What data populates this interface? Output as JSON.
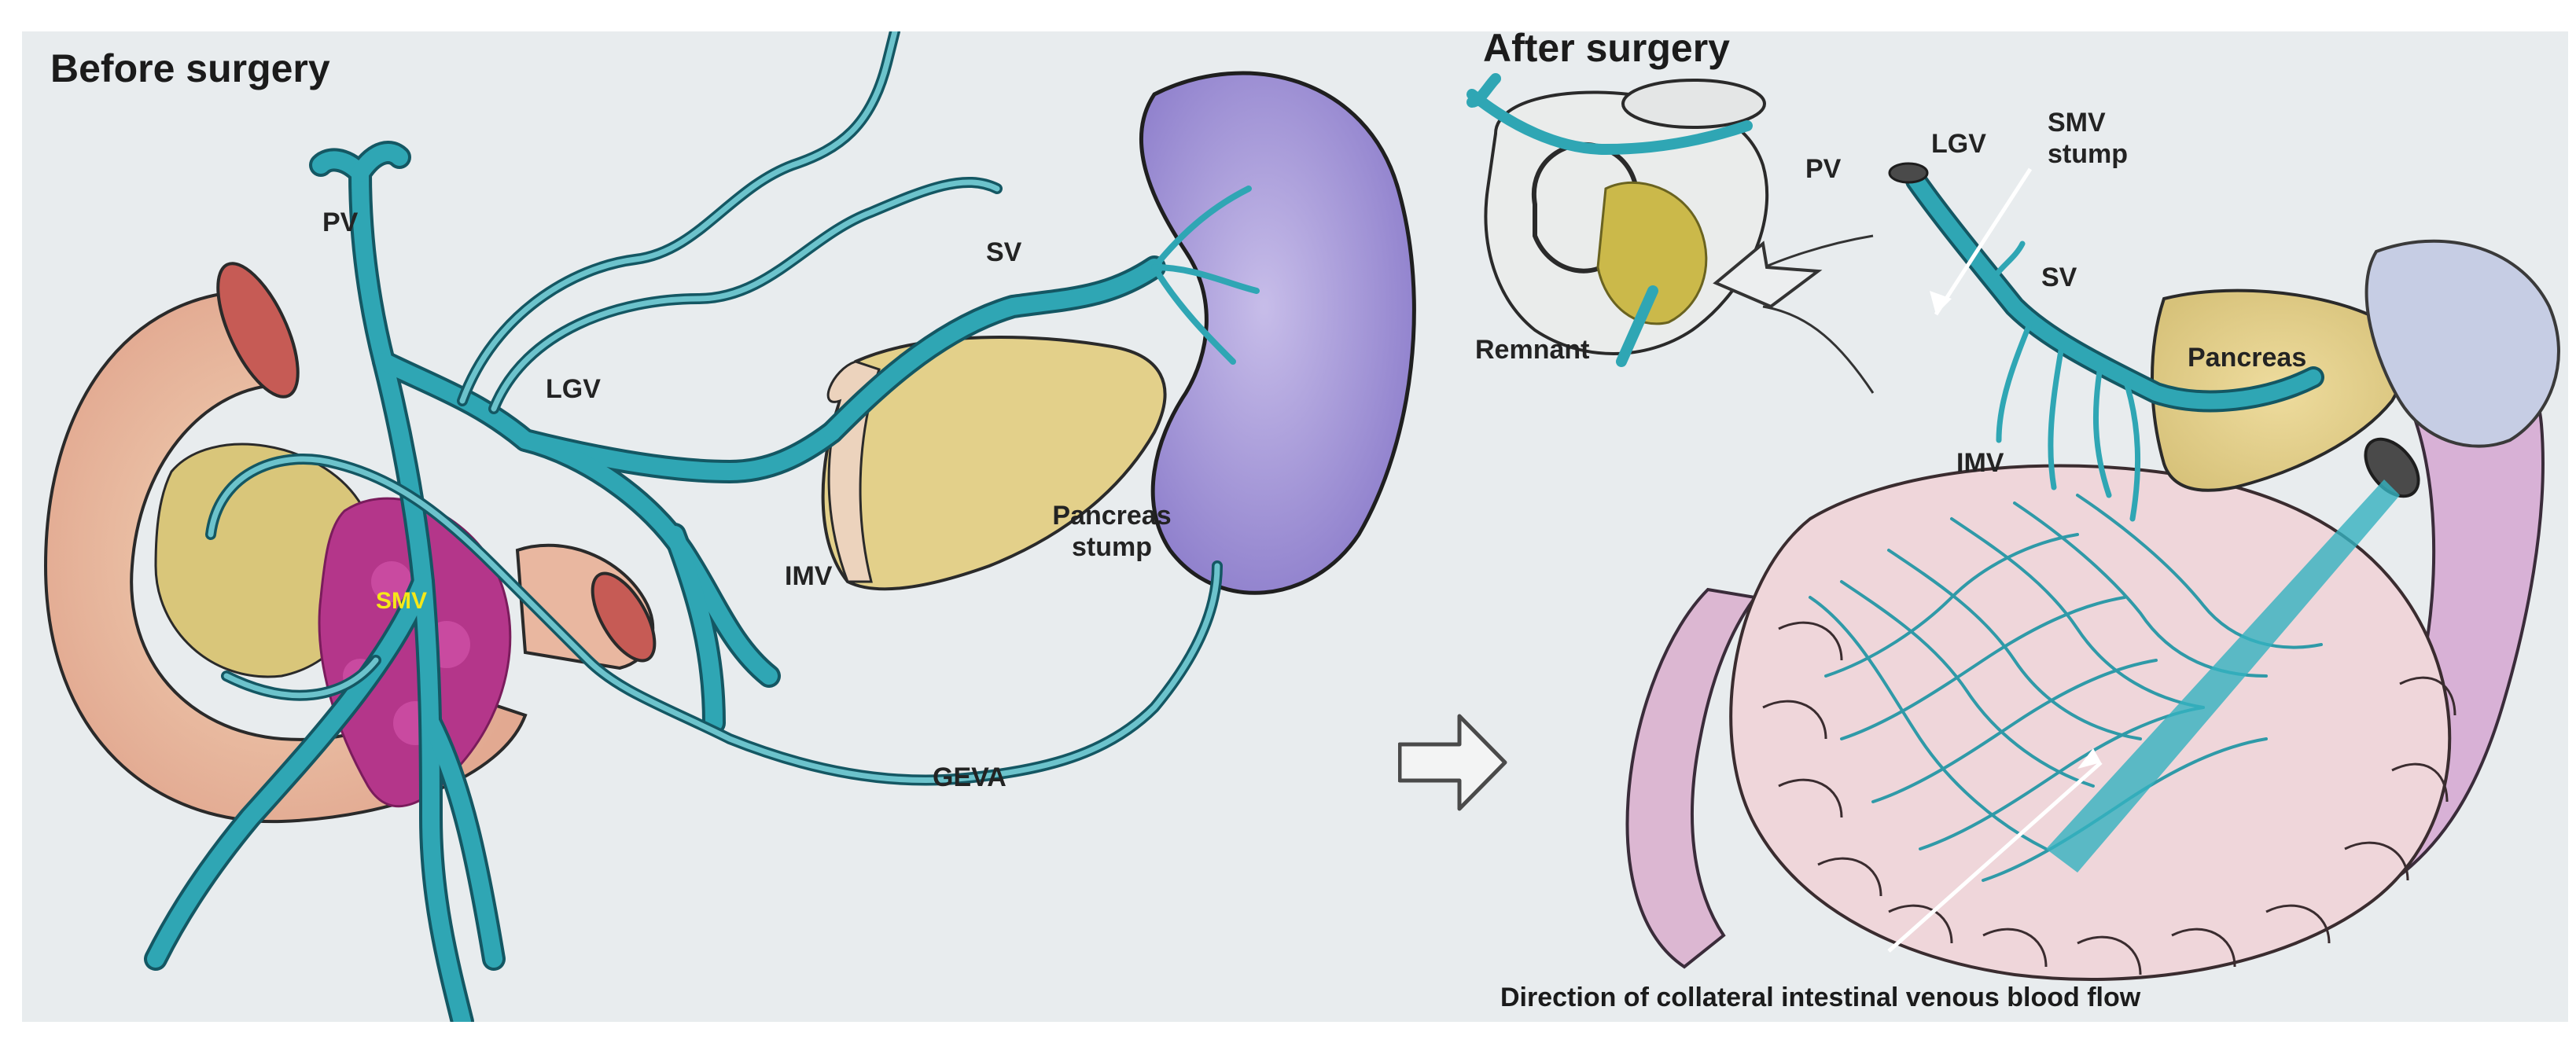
{
  "panels": {
    "before": {
      "title": "Before surgery",
      "labels": {
        "pv": "PV",
        "lgv": "LGV",
        "sv": "SV",
        "smv": "SMV",
        "imv": "IMV",
        "pancreas_stump": "Pancreas stump",
        "geva": "GEVA"
      }
    },
    "after": {
      "title": "After surgery",
      "labels": {
        "pv": "PV",
        "lgv": "LGV",
        "smv_stump": "SMV stump",
        "sv": "SV",
        "pancreas": "Pancreas",
        "imv": "IMV",
        "remnant": "Remnant"
      },
      "caption": "Direction of collateral intestinal venous blood flow"
    }
  },
  "colors": {
    "panel_background": "#e8ecee",
    "vein": "#2fa6b4",
    "vein_outline": "#145763",
    "duodenum": "#e9b7a0",
    "pancreas": "#e3d08a",
    "spleen": "#a99ad8",
    "tumor": "#b4368a",
    "intestine": "#ecccd2",
    "smv_label": "#f6e818"
  }
}
